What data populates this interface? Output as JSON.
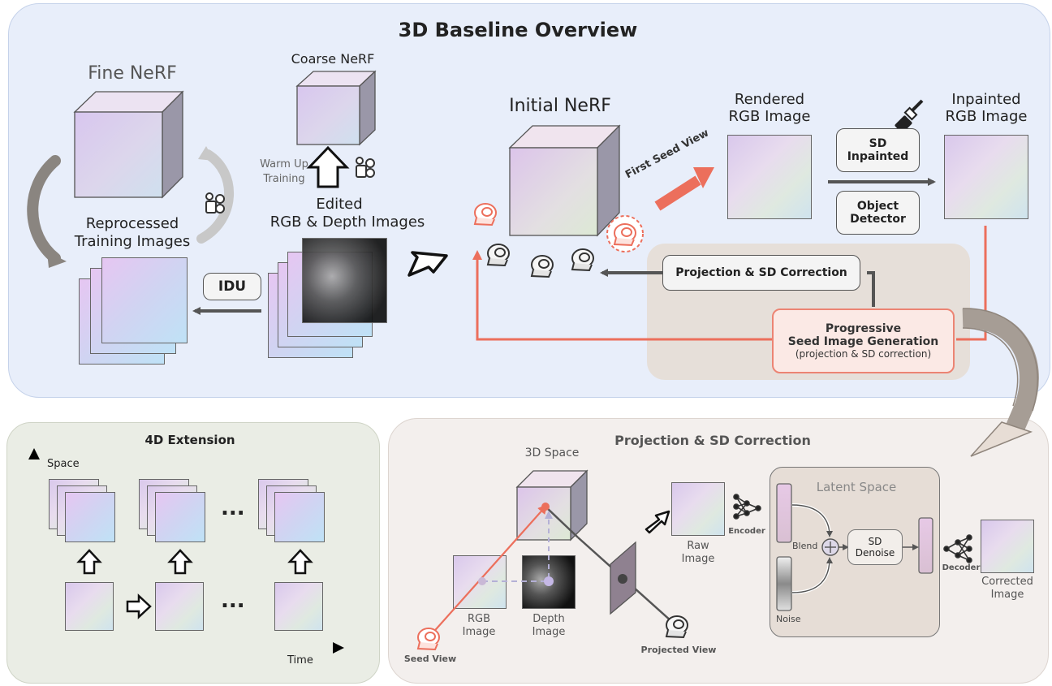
{
  "top": {
    "title": "3D Baseline Overview",
    "fine_nerf": "Fine NeRF",
    "coarse_nerf": "Coarse NeRF",
    "warm_up_1": "Warm Up",
    "warm_up_2": "Training",
    "edited_1": "Edited",
    "edited_2": "RGB & Depth Images",
    "reprocessed_1": "Reprocessed",
    "reprocessed_2": "Training Images",
    "idu": "IDU",
    "initial_nerf": "Initial NeRF",
    "first_seed_view": "First Seed View",
    "rendered_1": "Rendered",
    "rendered_2": "RGB Image",
    "inpainted_1": "Inpainted",
    "inpainted_2": "RGB Image",
    "sd_inpainted_1": "SD",
    "sd_inpainted_2": "Inpainted",
    "object_detector_1": "Object",
    "object_detector_2": "Detector",
    "projection_sd_correction": "Projection & SD Correction",
    "progressive_1": "Progressive",
    "progressive_2": "Seed Image Generation",
    "progressive_3": "(projection & SD correction)"
  },
  "four_d": {
    "title": "4D Extension",
    "space": "Space",
    "time": "Time",
    "ellipsis": "..."
  },
  "proj": {
    "title": "Projection & SD Correction",
    "space_3d": "3D Space",
    "rgb_1": "RGB",
    "rgb_2": "Image",
    "depth_1": "Depth",
    "depth_2": "Image",
    "seed_view": "Seed View",
    "projected_view": "Projected View",
    "raw_1": "Raw",
    "raw_2": "Image",
    "encoder": "Encoder",
    "latent_space": "Latent Space",
    "blend": "Blend",
    "noise": "Noise",
    "sd_denoise_1": "SD",
    "sd_denoise_2": "Denoise",
    "decoder": "Decoder",
    "corrected_1": "Corrected",
    "corrected_2": "Image"
  },
  "colors": {
    "accent_red": "#ec6f5c",
    "top_panel": "#e8eefa",
    "arrow_gray": "#555555"
  }
}
